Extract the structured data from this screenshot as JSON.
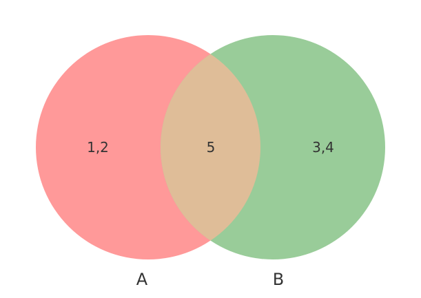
{
  "diagram": {
    "type": "venn2",
    "sets": [
      {
        "id": "A",
        "label": "A",
        "color": "#ff9999"
      },
      {
        "id": "B",
        "label": "B",
        "color": "#99cc99"
      }
    ],
    "regions": {
      "only_a": {
        "label": "1,2"
      },
      "intersection": {
        "label": "5",
        "color": "#dfbd98"
      },
      "only_b": {
        "label": "3,4"
      }
    }
  }
}
